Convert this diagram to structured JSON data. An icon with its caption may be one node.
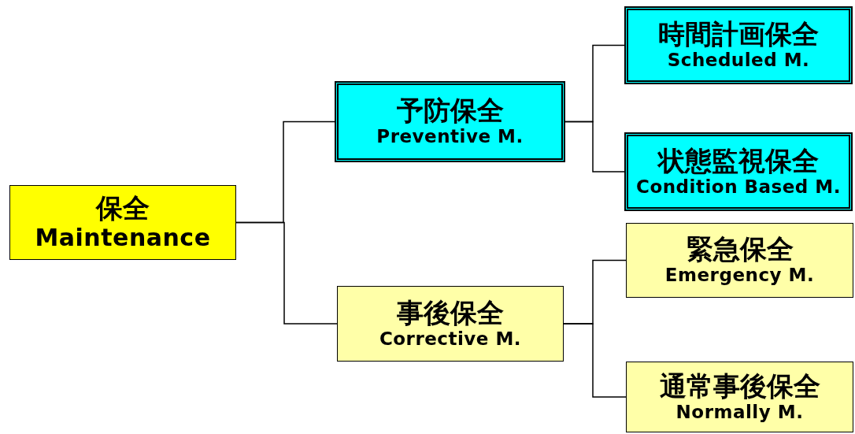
{
  "diagram": {
    "nodes": [
      {
        "text": [
          "保全",
          "Maintenance"
        ]
      },
      {
        "text": [
          "予防保全",
          "Preventive M."
        ]
      },
      {
        "text": [
          "事後保全",
          "Corrective M."
        ]
      },
      {
        "text": [
          "時間計画保全",
          "Scheduled M."
        ]
      },
      {
        "text": [
          "状態監視保全",
          "Condition Based M."
        ]
      },
      {
        "text": [
          "緊急保全",
          "Emergency M."
        ]
      },
      {
        "text": [
          "通常事後保全",
          "Normally M."
        ]
      }
    ],
    "edges": [
      {
        "from": 0,
        "to": 1,
        "arrow": "none"
      },
      {
        "from": 0,
        "to": 2,
        "arrow": "none"
      },
      {
        "from": 1,
        "to": 3,
        "arrow": "none"
      },
      {
        "from": 1,
        "to": 4,
        "arrow": "none"
      },
      {
        "from": 2,
        "to": 5,
        "arrow": "none"
      },
      {
        "from": 2,
        "to": 6,
        "arrow": "none"
      }
    ]
  }
}
